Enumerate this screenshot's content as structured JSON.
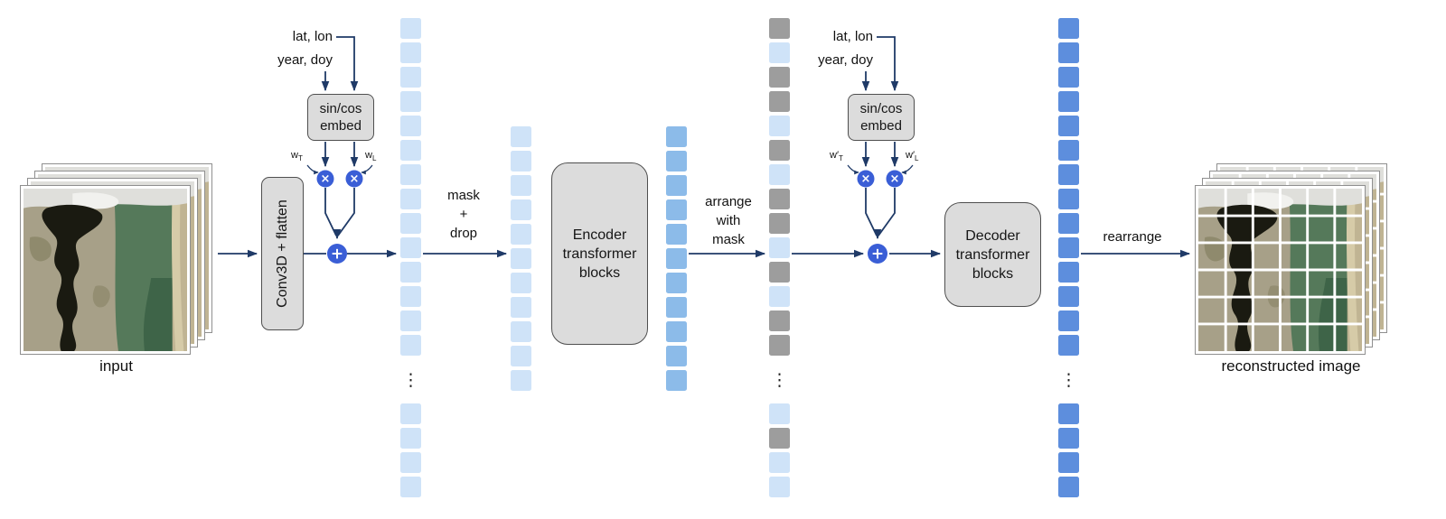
{
  "colors": {
    "arrow": "#1f3a67",
    "box_fill": "#dcdcdc",
    "box_border": "#4f4f4f",
    "circle_fill": "#3a5ed6",
    "token_light": "#cfe3f8",
    "token_mid": "#8cbbe9",
    "token_dark": "#5d8edd",
    "token_gray": "#9d9d9d"
  },
  "input_stack": {
    "label": "input"
  },
  "output_stack": {
    "label": "reconstructed image"
  },
  "conv_box": {
    "label": "Conv3D + flatten"
  },
  "encoder_box": {
    "lines": [
      "Encoder",
      "transformer",
      "blocks"
    ]
  },
  "decoder_box": {
    "lines": [
      "Decoder",
      "transformer",
      "blocks"
    ]
  },
  "flow_labels": {
    "mask_drop": [
      "mask",
      "+",
      "drop"
    ],
    "arrange": [
      "arrange",
      "with",
      "mask"
    ],
    "rearrange": "rearrange"
  },
  "embed_left": {
    "lat_lon": "lat, lon",
    "year_doy": "year, doy",
    "box_lines": [
      "sin/cos",
      "embed"
    ],
    "w_t": {
      "base": "w",
      "sub": "T"
    },
    "w_l": {
      "base": "w",
      "sub": "L"
    }
  },
  "embed_right": {
    "lat_lon": "lat, lon",
    "year_doy": "year, doy",
    "box_lines": [
      "sin/cos",
      "embed"
    ],
    "w_t": {
      "base": "w′",
      "sub": "T"
    },
    "w_l": {
      "base": "w′",
      "sub": "L"
    }
  },
  "operators": {
    "multiply": "×",
    "add": "+"
  },
  "labels": {
    "ellipsis": "⋮"
  },
  "columns": {
    "embedded": {
      "cells_top": [
        "light",
        "light",
        "light",
        "light",
        "light",
        "light",
        "light",
        "light",
        "light",
        "light",
        "light",
        "light",
        "light",
        "light"
      ],
      "cells_bottom": [
        "light",
        "light",
        "light",
        "light"
      ],
      "ellipsis": true
    },
    "kept": {
      "cells_top": [
        "light",
        "light",
        "light",
        "light",
        "light",
        "light",
        "light",
        "light",
        "light",
        "light",
        "light"
      ],
      "cells_bottom": [],
      "ellipsis": false
    },
    "encoded": {
      "cells_top": [
        "mid",
        "mid",
        "mid",
        "mid",
        "mid",
        "mid",
        "mid",
        "mid",
        "mid",
        "mid",
        "mid"
      ],
      "cells_bottom": [],
      "ellipsis": false
    },
    "arranged": {
      "cells_top": [
        "gray",
        "light",
        "gray",
        "gray",
        "light",
        "gray",
        "light",
        "gray",
        "gray",
        "light",
        "gray",
        "light",
        "gray",
        "gray"
      ],
      "cells_bottom": [
        "light",
        "gray",
        "light",
        "light"
      ],
      "ellipsis": true
    },
    "decoded": {
      "cells_top": [
        "dark",
        "dark",
        "dark",
        "dark",
        "dark",
        "dark",
        "dark",
        "dark",
        "dark",
        "dark",
        "dark",
        "dark",
        "dark",
        "dark"
      ],
      "cells_bottom": [
        "dark",
        "dark",
        "dark",
        "dark"
      ],
      "ellipsis": true
    }
  }
}
